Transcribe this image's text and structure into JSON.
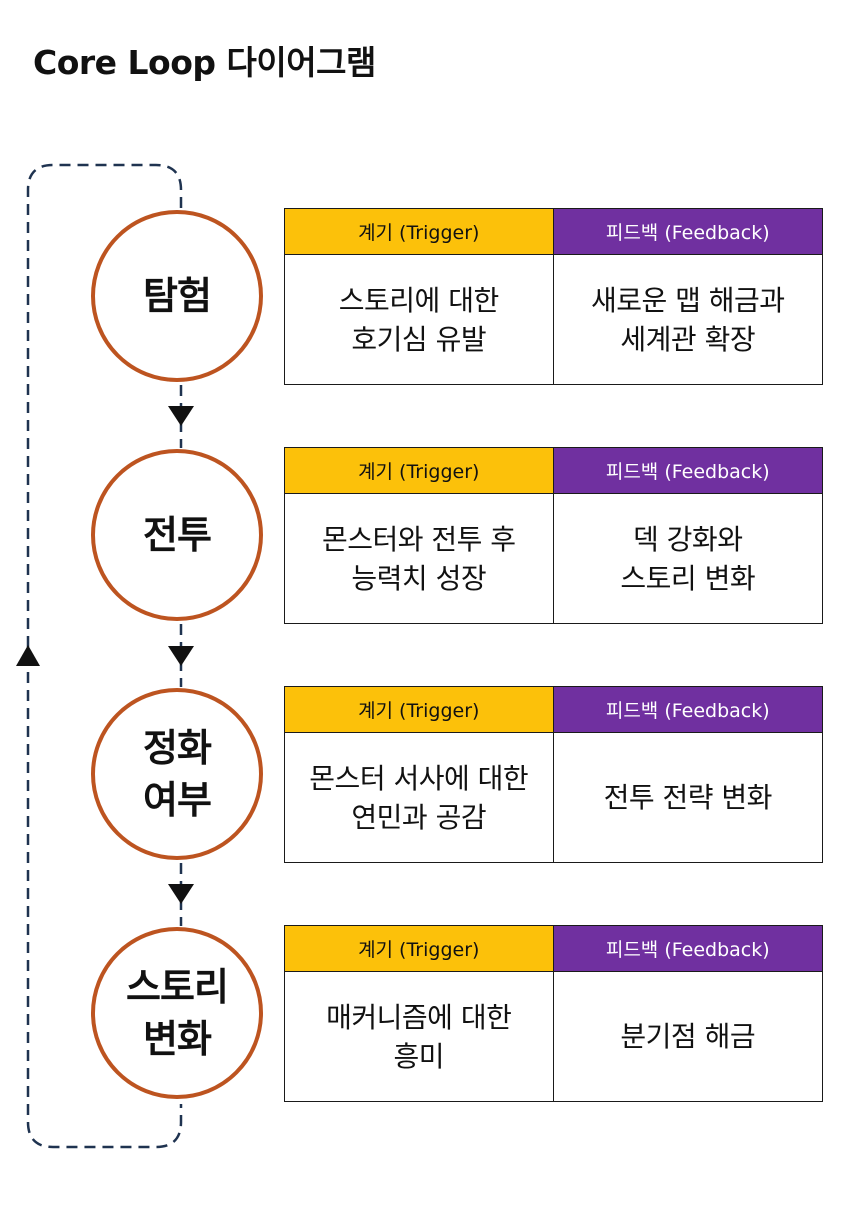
{
  "title": "Core Loop 다이어그램",
  "colors": {
    "circle_border": "#bd5420",
    "trigger_header": "#fcc10a",
    "feedback_header": "#7030a0",
    "connector": "#1f3350"
  },
  "icons": {
    "down_arrow": "arrow-down-icon",
    "loop_back_arrow": "arrow-up-icon"
  },
  "stages": [
    {
      "label": "탐험",
      "trigger_header": "계기 (Trigger)",
      "feedback_header": "피드백 (Feedback)",
      "trigger": "스토리에 대한\n호기심 유발",
      "feedback": "새로운 맵 해금과\n세계관 확장"
    },
    {
      "label": "전투",
      "trigger_header": "계기 (Trigger)",
      "feedback_header": "피드백 (Feedback)",
      "trigger": "몬스터와 전투 후\n능력치 성장",
      "feedback": "덱 강화와\n스토리 변화"
    },
    {
      "label": "정화\n여부",
      "trigger_header": "계기 (Trigger)",
      "feedback_header": "피드백 (Feedback)",
      "trigger": "몬스터 서사에 대한\n연민과 공감",
      "feedback": "전투 전략 변화"
    },
    {
      "label": "스토리\n변화",
      "trigger_header": "계기 (Trigger)",
      "feedback_header": "피드백 (Feedback)",
      "trigger": "매커니즘에 대한\n흥미",
      "feedback": "분기점 해금"
    }
  ]
}
